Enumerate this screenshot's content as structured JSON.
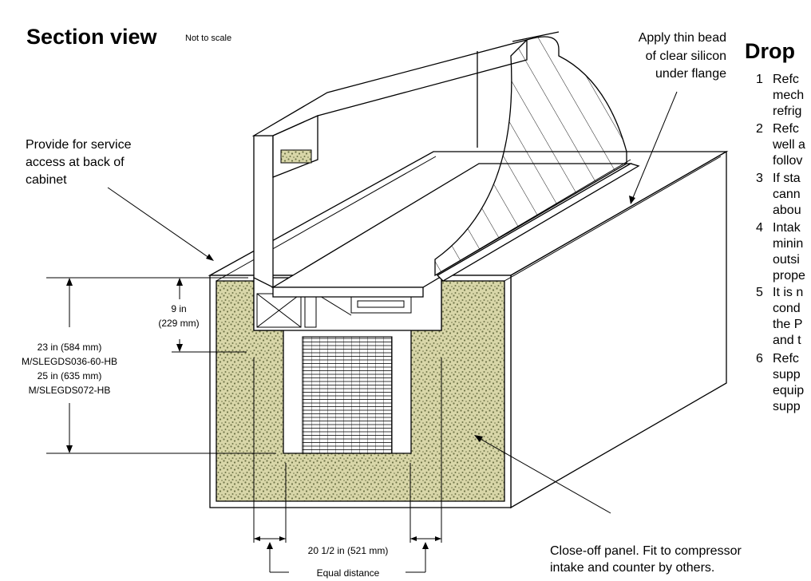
{
  "title": "Section view",
  "scale_note": "Not to scale",
  "right_heading": "Drop",
  "callouts": {
    "silicon": [
      "Apply thin bead",
      "of clear silicon",
      "under flange"
    ],
    "service": [
      "Provide for service",
      "access at back of",
      "cabinet"
    ],
    "close_off": [
      "Close-off panel. Fit to compressor",
      "intake and counter by others."
    ]
  },
  "dimensions": {
    "nine_in": [
      "9 in",
      "(229 mm)"
    ],
    "height": [
      "23 in (584 mm)",
      "M/SLEGDS036-60-HB",
      "25 in (635 mm)",
      "M/SLEGDS072-HB"
    ],
    "width": "20 1/2 in (521 mm)",
    "equal": "Equal distance"
  },
  "notes": [
    {
      "num": "1",
      "lines": [
        "Refc",
        "mech",
        "refrig"
      ]
    },
    {
      "num": "2",
      "lines": [
        "Refc",
        "well a",
        "follov"
      ]
    },
    {
      "num": "3",
      "lines": [
        "If sta",
        "cann",
        "abou"
      ]
    },
    {
      "num": "4",
      "lines": [
        "Intak",
        "minin",
        "outsi",
        "prope"
      ]
    },
    {
      "num": "5",
      "lines": [
        "It is n",
        "cond",
        "the P",
        "and t"
      ]
    },
    {
      "num": "6",
      "lines": [
        "Refc",
        "supp",
        "equip",
        "supp"
      ]
    }
  ],
  "colors": {
    "insulation": "#d8d6a8",
    "speckle": "#6f7448"
  }
}
